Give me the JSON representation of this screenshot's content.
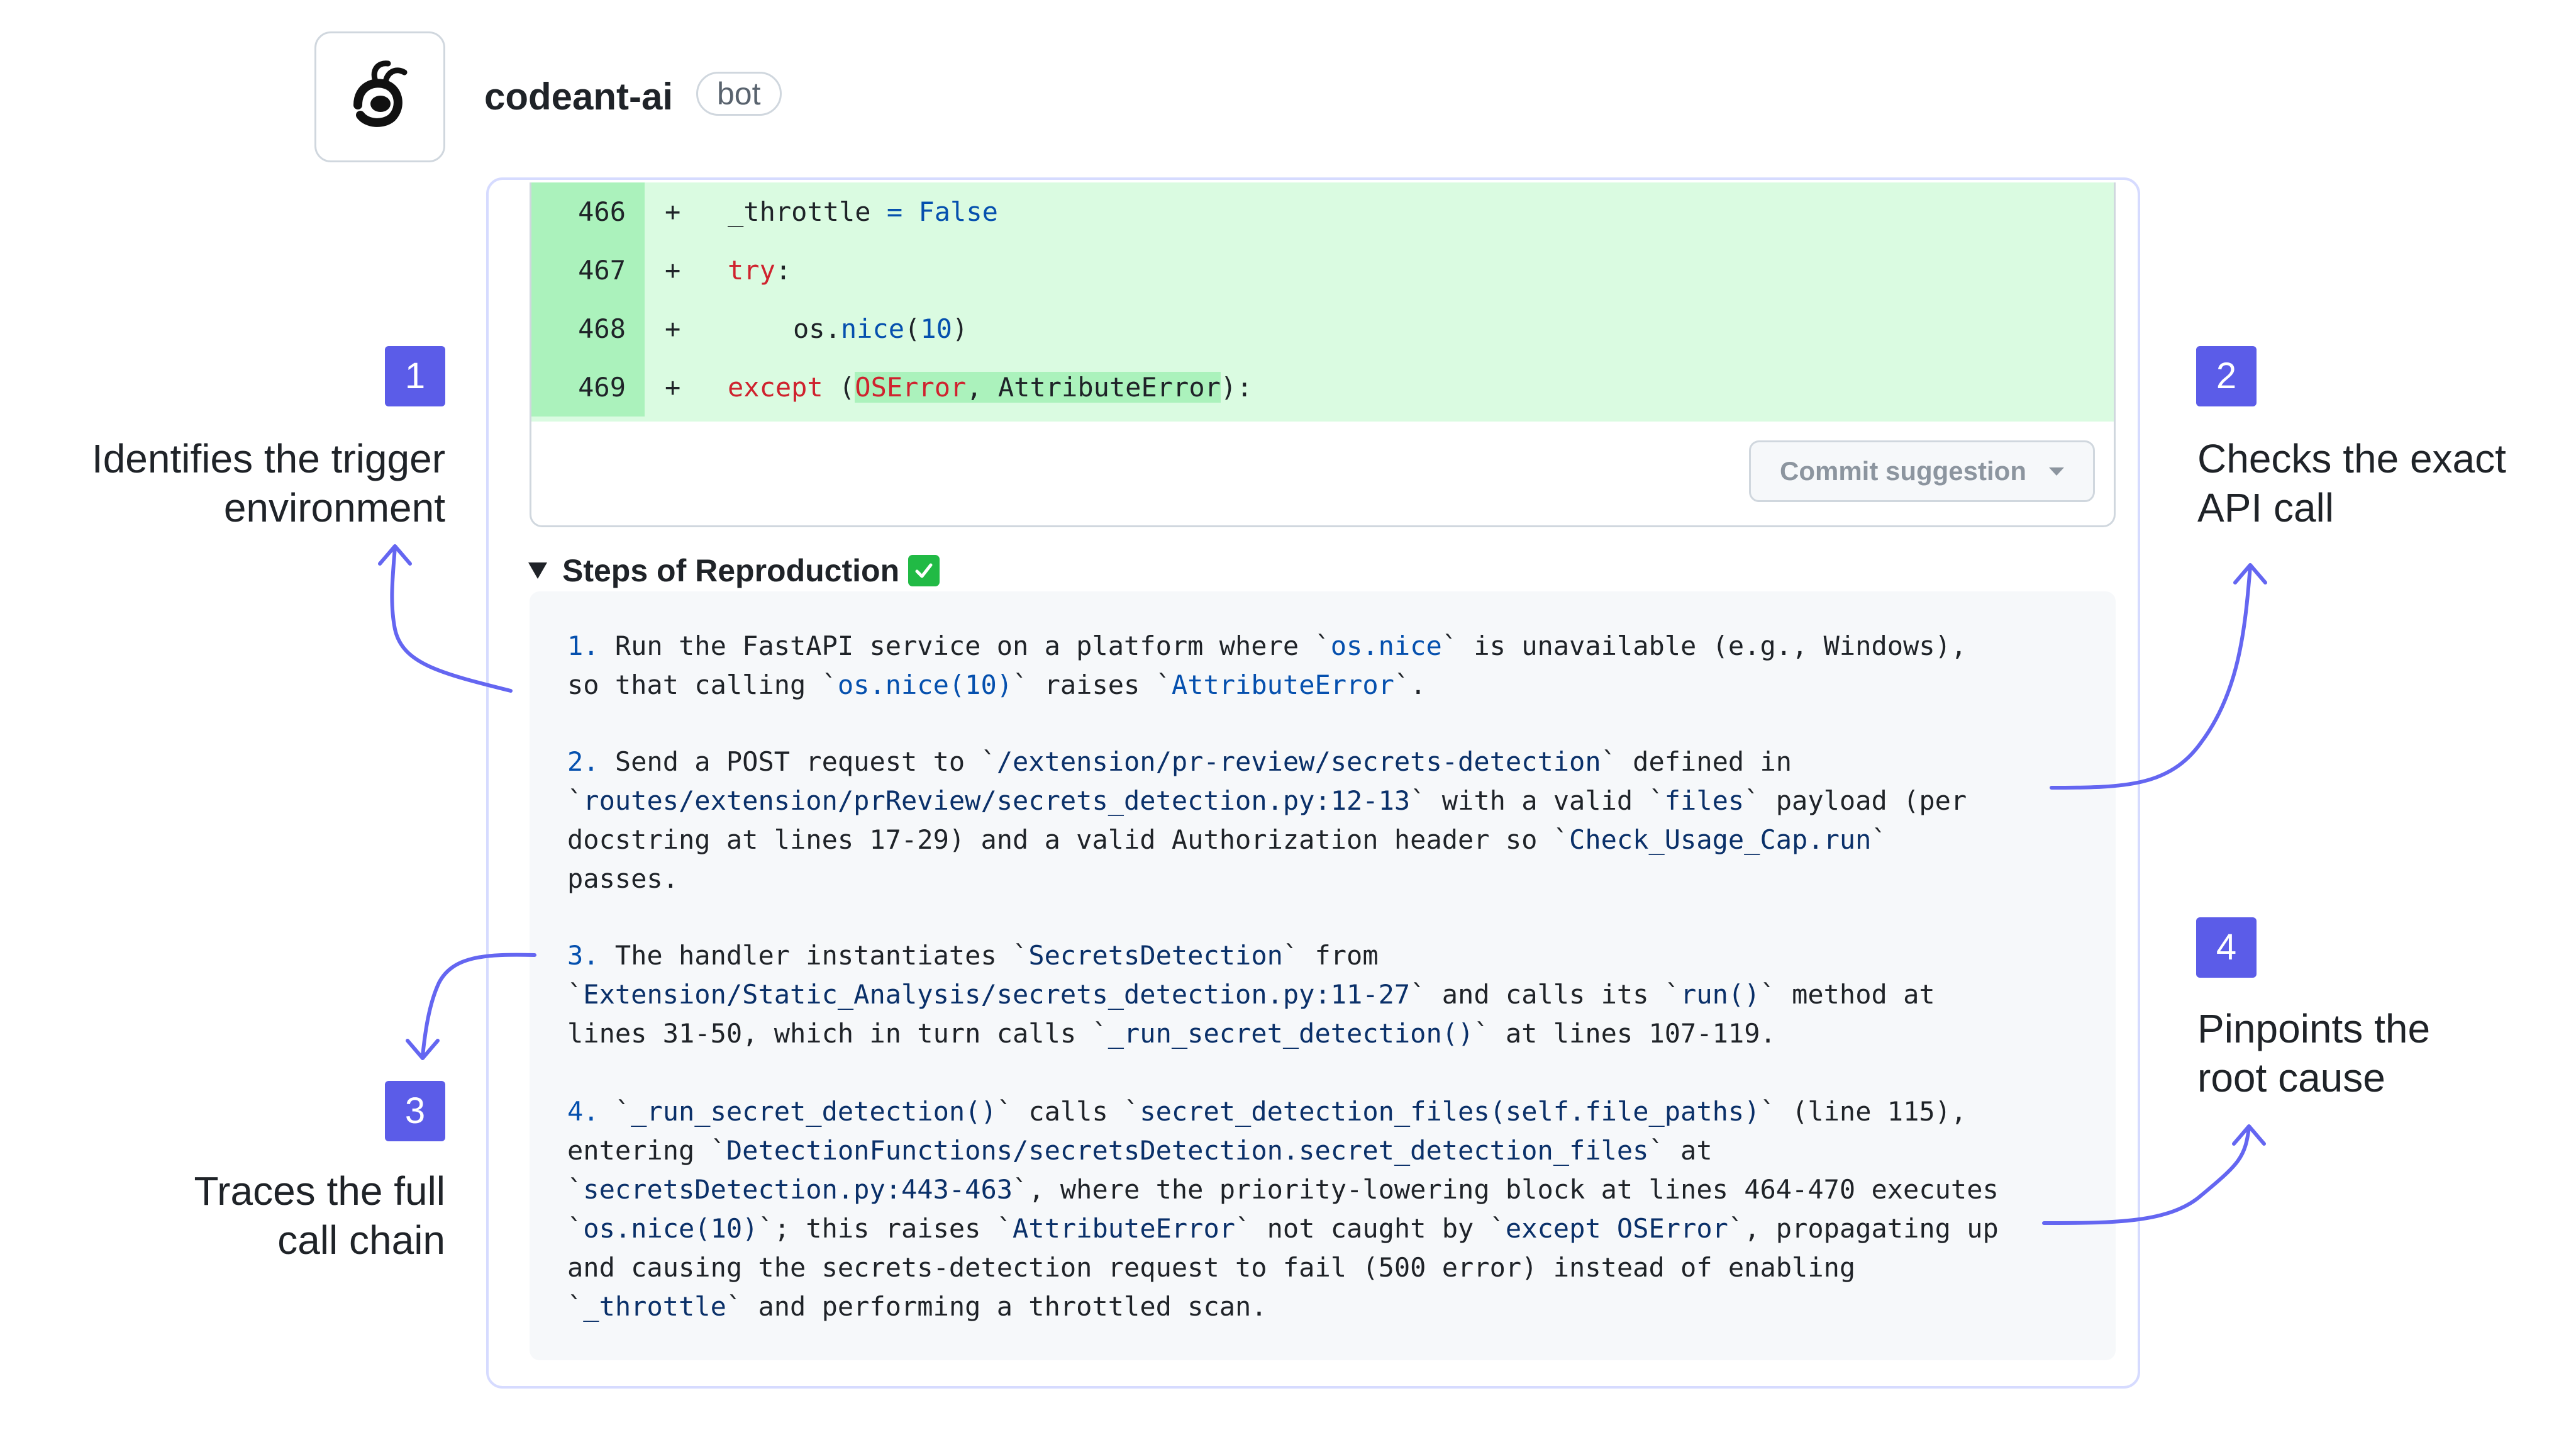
{
  "header": {
    "username": "codeant-ai",
    "badge": "bot"
  },
  "suggestion": {
    "lines": [
      {
        "line_no": "466",
        "marker": "+"
      },
      {
        "line_no": "467",
        "marker": "+"
      },
      {
        "line_no": "468",
        "marker": "+"
      },
      {
        "line_no": "469",
        "marker": "+"
      }
    ],
    "code": {
      "l466_a": "_throttle ",
      "l466_b": "=",
      "l466_c": " False",
      "l467_a": "try",
      "l467_b": ":",
      "l468_a": "os.",
      "l468_b": "nice",
      "l468_c": "(",
      "l468_d": "10",
      "l468_e": ")",
      "l469_a": "except",
      "l469_b": " (",
      "l469_c": "OSError",
      "l469_d": ", AttributeError",
      "l469_e": "):"
    },
    "commit_button_label": "Commit suggestion"
  },
  "steps": {
    "summary": "Steps of Reproduction",
    "items": {
      "s1_num": "1.",
      "s1_a": " Run the FastAPI service on a platform where `",
      "s1_b": "os.nice",
      "s1_c": "` is unavailable (e.g., Windows),",
      "s1_d": "so that calling `",
      "s1_e": "os.nice(10)",
      "s1_f": "` raises `",
      "s1_g": "AttributeError",
      "s1_h": "`.",
      "s2_num": "2.",
      "s2_a": " Send a POST request to `",
      "s2_b": "/extension/pr-review/secrets-detection",
      "s2_c": "` defined in",
      "s2_d": "`",
      "s2_e": "routes/extension/prReview/secrets_detection.py:12-13",
      "s2_f": "` with a valid `",
      "s2_g": "files",
      "s2_h": "` payload (per",
      "s2_i": "docstring at lines 17-29) and a valid Authorization header so `",
      "s2_j": "Check_Usage_Cap.run",
      "s2_k": "`",
      "s2_l": "passes.",
      "s3_num": "3.",
      "s3_a": " The handler instantiates `",
      "s3_b": "SecretsDetection",
      "s3_c": "` from",
      "s3_d": "`",
      "s3_e": "Extension/Static_Analysis/secrets_detection.py:11-27",
      "s3_f": "` and calls its `",
      "s3_g": "run()",
      "s3_h": "` method at",
      "s3_i": "lines 31-50, which in turn calls `",
      "s3_j": "_run_secret_detection()",
      "s3_k": "` at lines 107-119.",
      "s4_num": "4.",
      "s4_a": " `",
      "s4_b": "_run_secret_detection()",
      "s4_c": "` calls `",
      "s4_d": "secret_detection_files(self.file_paths)",
      "s4_e": "` (line 115),",
      "s4_f": "entering `",
      "s4_g": "DetectionFunctions/secretsDetection.secret_detection_files",
      "s4_h": "` at",
      "s4_i": "`",
      "s4_j": "secretsDetection.py:443-463",
      "s4_k": "`, where the priority-lowering block at lines 464-470 executes",
      "s4_l": "`",
      "s4_m": "os.nice(10)",
      "s4_n": "`; this raises `",
      "s4_o": "AttributeError",
      "s4_p": "` not caught by `",
      "s4_q": "except OSError",
      "s4_r": "`, propagating up",
      "s4_s": "and causing the secrets-detection request to fail (500 error) instead of enabling",
      "s4_t": "`",
      "s4_u": "_throttle",
      "s4_v": "` and performing a throttled scan."
    }
  },
  "annotations": [
    {
      "number": "1",
      "line1": "Identifies the trigger",
      "line2": "environment"
    },
    {
      "number": "2",
      "line1": "Checks the exact",
      "line2": "API call"
    },
    {
      "number": "3",
      "line1": "Traces the full",
      "line2": "call chain"
    },
    {
      "number": "4",
      "line1": "Pinpoints the",
      "line2": "root cause"
    }
  ],
  "colors": {
    "accent": "#5b5ce8",
    "diff_added": "#dafbe1",
    "diff_gutter": "#abf2bc"
  }
}
